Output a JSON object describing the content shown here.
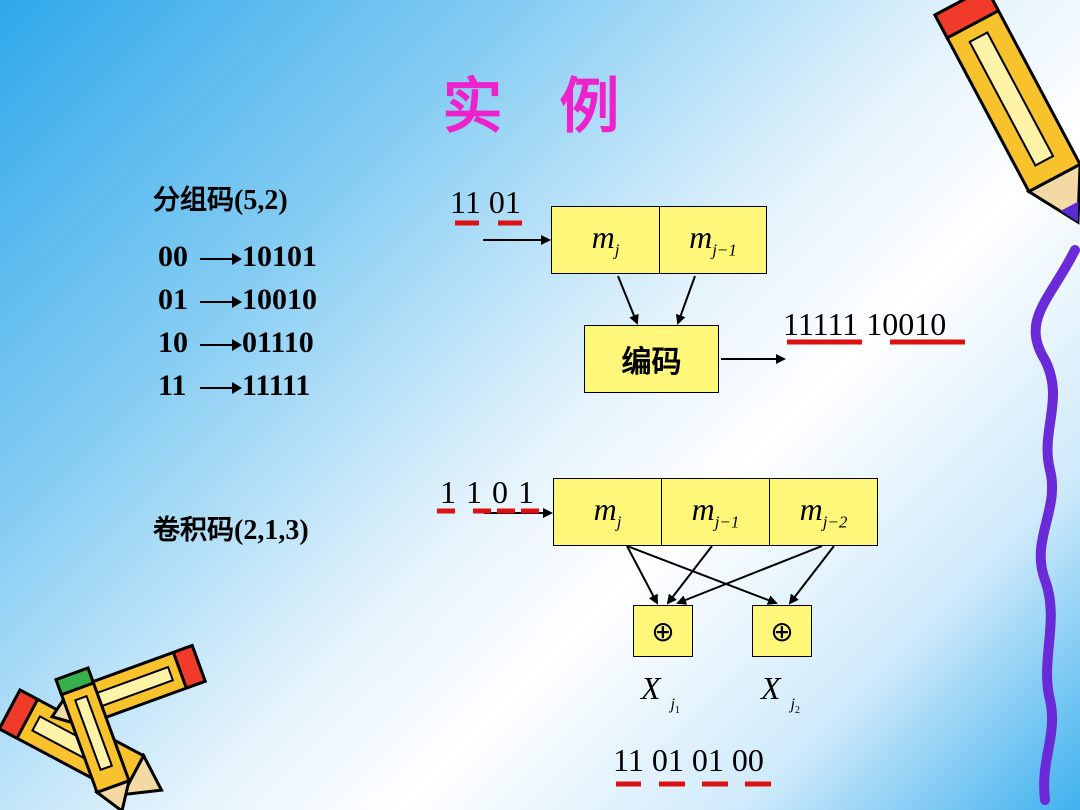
{
  "slide": {
    "title": "实 例",
    "block": {
      "label": "分组码",
      "params": "(5,2)",
      "mapping": [
        {
          "in": "00",
          "out": "10101"
        },
        {
          "in": "01",
          "out": "10010"
        },
        {
          "in": "10",
          "out": "01110"
        },
        {
          "in": "11",
          "out": "11111"
        }
      ],
      "input_seq": "11 01",
      "reg": [
        {
          "sym": "m",
          "sub": "j"
        },
        {
          "sym": "m",
          "sub": "j−1"
        }
      ],
      "encoder_label": "编码",
      "output_seq": "11111 10010"
    },
    "conv": {
      "label": "卷积码",
      "params": "(2,1,3)",
      "input_seq": "1 1 0 1",
      "reg": [
        {
          "sym": "m",
          "sub": "j"
        },
        {
          "sym": "m",
          "sub": "j−1"
        },
        {
          "sym": "m",
          "sub": "j−2"
        }
      ],
      "xor_symbol": "⊕",
      "outputs": [
        {
          "sym": "X",
          "sub": "j",
          "subsub": "1"
        },
        {
          "sym": "X",
          "sub": "j",
          "subsub": "2"
        }
      ],
      "output_seq": "11 01 01 00"
    }
  },
  "colors": {
    "title": "#ee22cc",
    "box_fill": "#fff77a",
    "underline": "#dd1111",
    "pen_accent": "#6a2ad8"
  }
}
